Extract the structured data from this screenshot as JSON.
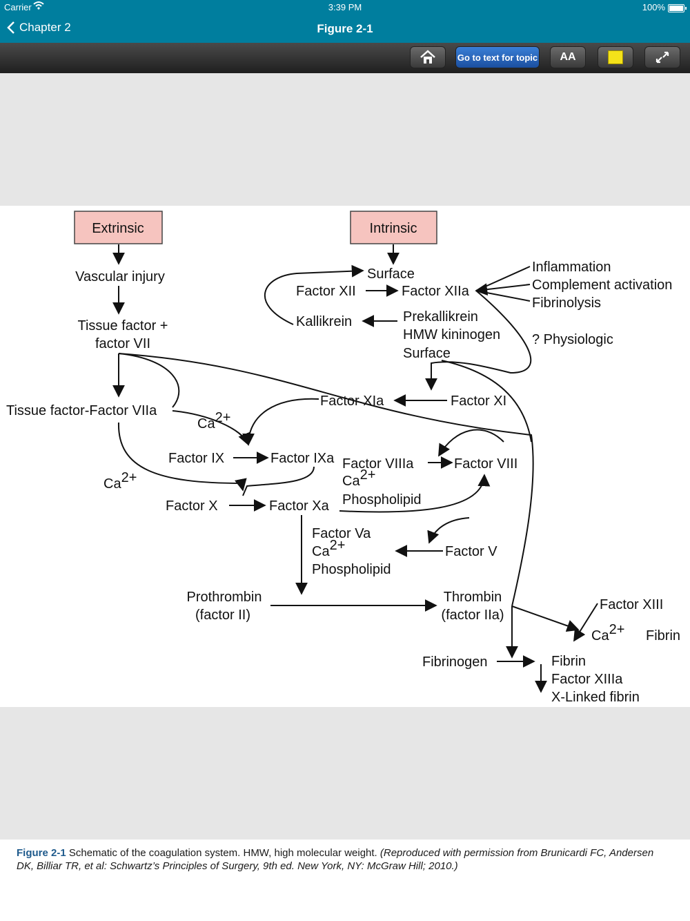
{
  "status_bar": {
    "carrier": "Carrier",
    "time": "3:39 PM",
    "battery": "100%"
  },
  "nav": {
    "back_label": "Chapter 2",
    "title": "Figure 2-1"
  },
  "toolbar": {
    "goto_label": "Go to text for topic",
    "font_label": "AA"
  },
  "colors": {
    "nav_bg": "#007e9e",
    "box_fill": "#f6c4bf",
    "gray_bg": "#e6e6e6",
    "caption_label": "#1e5a8c"
  },
  "icons": [
    "chevron-left-icon",
    "wifi-icon",
    "battery-icon",
    "home-icon",
    "font-size-icon",
    "note-icon",
    "expand-icon"
  ],
  "diagram": {
    "extrinsic": "Extrinsic",
    "intrinsic": "Intrinsic",
    "vascular_injury": "Vascular injury",
    "tissue_factor_1": "Tissue factor +",
    "tissue_factor_2": "factor VII",
    "tf_vii_a": "Tissue factor-Factor VIIa",
    "surface": "Surface",
    "factor_xii": "Factor XII",
    "factor_xiia": "Factor XIIa",
    "inflammation": "Inflammation",
    "complement": "Complement activation",
    "fibrinolysis": "Fibrinolysis",
    "kallikrein": "Kallikrein",
    "prekallikrein": "Prekallikrein",
    "hmw_kininogen": "HMW kininogen",
    "surface2": "Surface",
    "physiologic": "? Physiologic",
    "factor_xia": "Factor XIa",
    "factor_xi": "Factor XI",
    "ca": "Ca",
    "ca_sup": "2+",
    "factor_ix": "Factor IX",
    "factor_ixa": "Factor IXa",
    "factor_viiia": "Factor VIIIa",
    "factor_viii": "Factor VIII",
    "phospholipid": "Phospholipid",
    "factor_x": "Factor X",
    "factor_xa": "Factor Xa",
    "factor_va": "Factor Va",
    "factor_v": "Factor V",
    "prothrombin_1": "Prothrombin",
    "prothrombin_2": "(factor II)",
    "thrombin_1": "Thrombin",
    "thrombin_2": "(factor IIa)",
    "factor_xiii": "Factor XIII",
    "fibrin_right": "Fibrin",
    "fibrinogen": "Fibrinogen",
    "fibrin": "Fibrin",
    "factor_xiiia": "Factor XIIIa",
    "x_linked": "X-Linked fibrin"
  },
  "caption": {
    "label": "Figure 2-1",
    "text": " Schematic of the coagulation system. HMW, high molecular weight. ",
    "credit": "(Reproduced with permission from Brunicardi FC, Andersen DK, Billiar TR, et al: Schwartz’s Principles of Surgery, 9th ed. New York, NY: McGraw Hill; 2010.)"
  }
}
